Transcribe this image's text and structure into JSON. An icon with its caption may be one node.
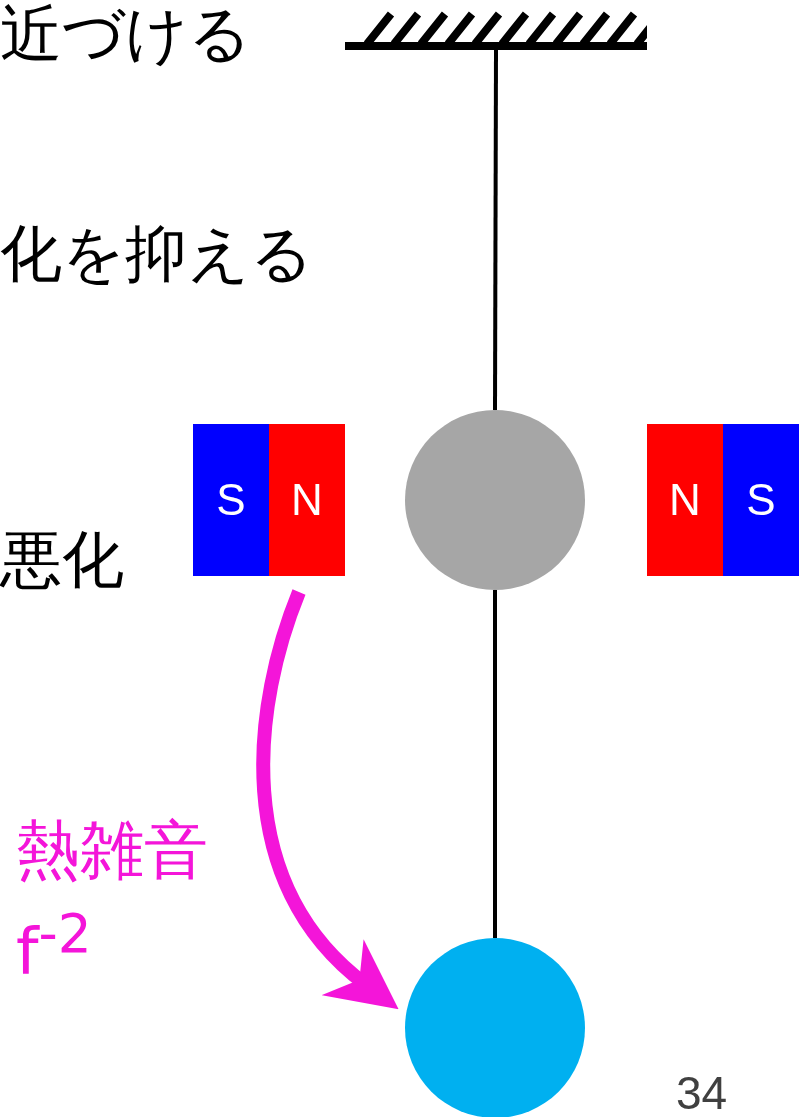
{
  "diagram": {
    "nodes": [
      {
        "text": [],
        "shape": "bar"
      },
      {
        "text": [
          "S"
        ]
      },
      {
        "text": [
          "N"
        ]
      },
      {
        "text": [],
        "shape": "circle"
      },
      {
        "text": [
          "N"
        ]
      },
      {
        "text": [
          "S"
        ]
      },
      {
        "text": [],
        "shape": "circle"
      }
    ],
    "edges": [
      {
        "from": 0,
        "to": 3,
        "arrow": "none"
      },
      {
        "from": 3,
        "to": 6,
        "arrow": "none"
      },
      {
        "from": 2,
        "to": 6,
        "arrow": "to",
        "style": "thick",
        "color": "#f415d9",
        "label": "熱雑音 f$^{-2}$"
      }
    ],
    "labels": [
      "近づける",
      "化を抑える",
      "悪化",
      "34"
    ]
  }
}
